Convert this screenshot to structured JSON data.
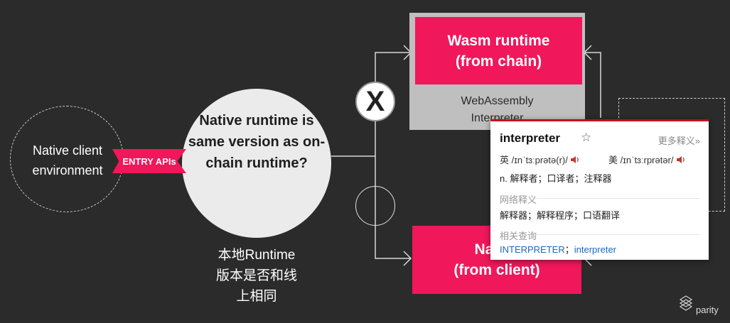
{
  "diagram": {
    "native_env_label": "Native client environment",
    "entry_tag": "ENTRY APIs",
    "question": "Native runtime is same version as on-chain runtime?",
    "cn_caption": [
      "本地Runtime",
      "版本是否和线",
      "上相同"
    ],
    "wasm_title_1": "Wasm runtime",
    "wasm_title_2": "(from chain)",
    "wasm_sub_1": "WebAssembly",
    "wasm_sub_2": "Interpreter",
    "native_title_1": "Native",
    "native_title_2": "(from client)",
    "x_mark": "X",
    "brand": "parity",
    "colors": {
      "accent": "#f0175b",
      "background": "#2b2b2b",
      "circle": "#ebebeb",
      "box_gray": "#bfbfbf"
    }
  },
  "dictionary": {
    "word": "interpreter",
    "star": "☆",
    "more": "更多释义»",
    "uk_label": "英",
    "uk_phonetic": "/ɪnˈtɜːprətə(r)/",
    "us_label": "美",
    "us_phonetic": "/ɪnˈtɜːrprətər/",
    "speaker_icon": "speaker-icon",
    "definition": "n. 解释者；口译者；注释器",
    "web_section": "网络释义",
    "web_definition": "解释器；解释程序；口语翻译",
    "related_section": "相关查询",
    "related_1": "INTERPRETER",
    "related_sep": "；",
    "related_2": "interpreter",
    "colors": {
      "top_border": "#d0021b",
      "link": "#1a68c2"
    }
  }
}
